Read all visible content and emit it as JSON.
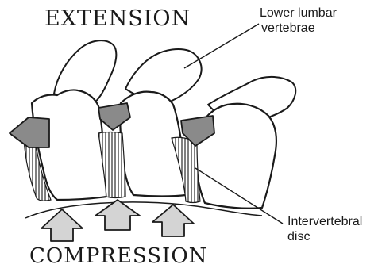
{
  "headings": {
    "extension": "EXTENSION",
    "compression": "COMPRESSION"
  },
  "callouts": {
    "vertebrae": {
      "line1": "Lower lumbar",
      "line2": "vertebrae"
    },
    "disc": {
      "line1": "Intervertebral",
      "line2": "disc"
    }
  },
  "colors": {
    "ink": "#1a1a1a",
    "bone": "#ffffff",
    "arrow_dark": "#8a8a8a",
    "arrow_light": "#d4d4d4",
    "disc": "#5a5a5a"
  }
}
